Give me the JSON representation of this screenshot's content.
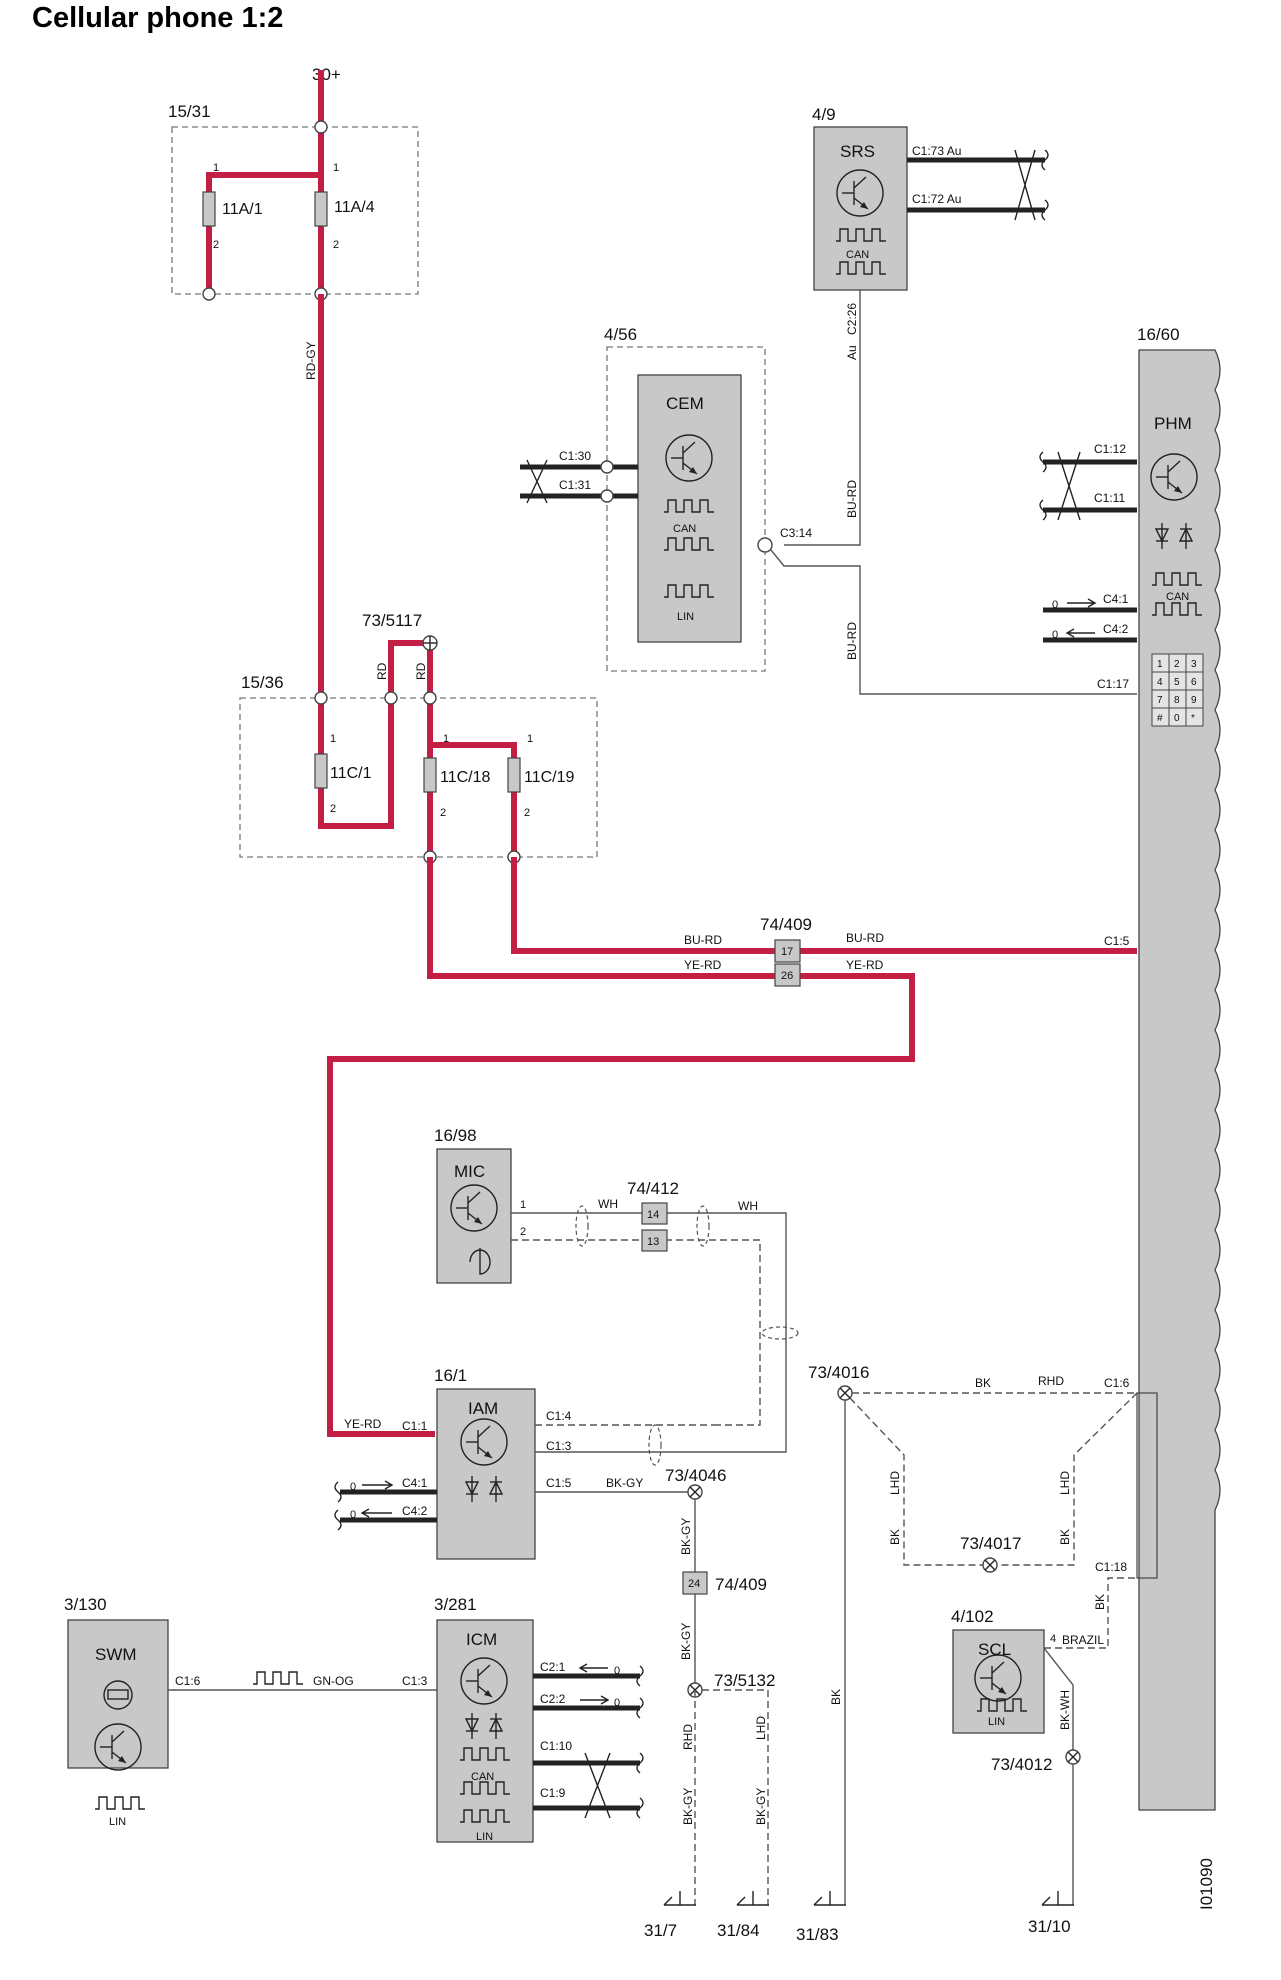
{
  "title": "Cellular phone 1:2",
  "figure_id": "I01090",
  "supply": "30+",
  "components": {
    "fusebox_a": "15/31",
    "fusebox_c": "15/36",
    "srs_ref": "4/9",
    "srs": "SRS",
    "cem_ref": "4/56",
    "cem": "CEM",
    "phm_ref": "16/60",
    "phm": "PHM",
    "splice_73_5117": "73/5117",
    "conn_74_409": "74/409",
    "mic_ref": "16/98",
    "mic": "MIC",
    "conn_74_412": "74/412",
    "iam_ref": "16/1",
    "iam": "IAM",
    "swm_ref": "3/130",
    "swm": "SWM",
    "icm_ref": "3/281",
    "icm": "ICM",
    "scl_ref": "4/102",
    "scl": "SCL",
    "splice_73_4016": "73/4016",
    "splice_73_4017": "73/4017",
    "splice_73_4046": "73/4046",
    "splice_73_5132": "73/5132",
    "splice_73_4012": "73/4012"
  },
  "fuses": {
    "f11a1": "11A/1",
    "f11a4": "11A/4",
    "f11c1": "11C/1",
    "f11c18": "11C/18",
    "f11c19": "11C/19"
  },
  "grounds": {
    "g31_7": "31/7",
    "g31_84": "31/84",
    "g31_83": "31/83",
    "g31_10": "31/10"
  },
  "pins": {
    "p1": "1",
    "p2": "2",
    "c1_73_au": "C1:73 Au",
    "c1_72_au": "C1:72 Au",
    "c2_26": "C2:26",
    "au": "Au",
    "c1_30": "C1:30",
    "c1_31": "C1:31",
    "c3_14": "C3:14",
    "c1_12": "C1:12",
    "c1_11": "C1:11",
    "c4_1": "C4:1",
    "c4_2": "C4:2",
    "c1_17": "C1:17",
    "c1_5": "C1:5",
    "c1_6": "C1:6",
    "c1_18": "C1:18",
    "c1_1": "C1:1",
    "c1_4": "C1:4",
    "c1_3": "C1:3",
    "c2_1": "C2:1",
    "c2_2": "C2:2",
    "c1_10": "C1:10",
    "c1_9": "C1:9",
    "pin4": "4",
    "pin14": "14",
    "pin13": "13",
    "pin17": "17",
    "pin26": "26",
    "pin24": "24"
  },
  "wires": {
    "rd_gy": "RD-GY",
    "rd": "RD",
    "bu_rd": "BU-RD",
    "ye_rd": "YE-RD",
    "wh": "WH",
    "bk": "BK",
    "bk_gy": "BK-GY",
    "gn_og": "GN-OG",
    "bk_wh": "BK-WH",
    "rhd": "RHD",
    "lhd": "LHD",
    "brazil": "BRAZIL"
  },
  "symbols": {
    "can": "CAN",
    "lin": "LIN",
    "zero": "0"
  },
  "keypad": [
    "1",
    "2",
    "3",
    "4",
    "5",
    "6",
    "7",
    "8",
    "9",
    "#",
    "0",
    "*"
  ],
  "colors": {
    "power_wire": "#c31f45",
    "module_fill": "#c8c8c8"
  }
}
